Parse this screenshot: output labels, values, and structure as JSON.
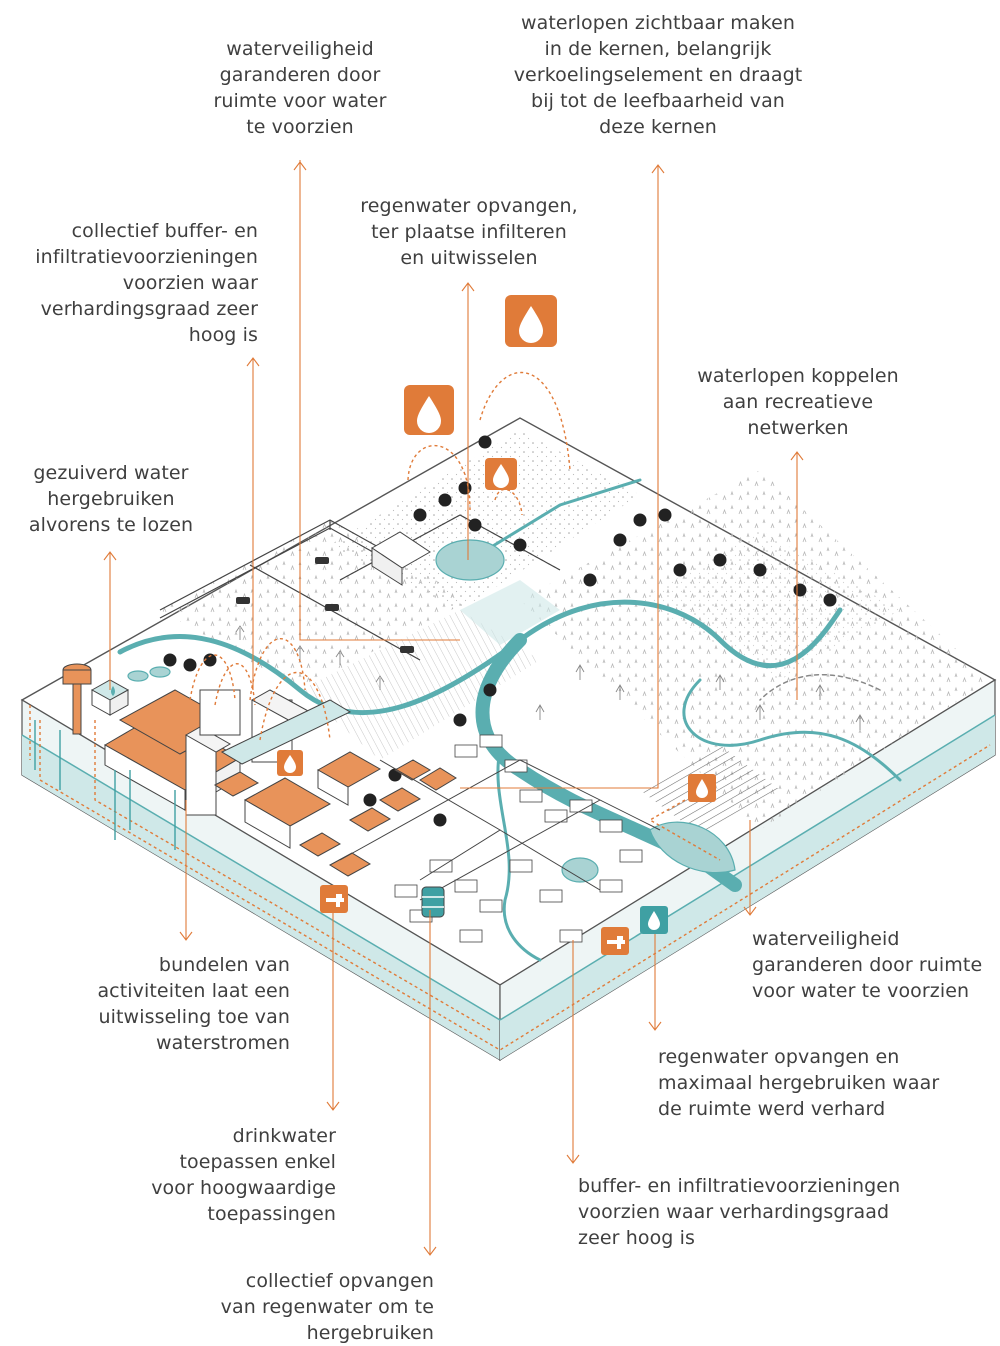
{
  "colors": {
    "accent_orange": "#e07b39",
    "water_teal": "#5aaeb0",
    "water_light": "#cfe8e8",
    "roof_orange": "#e8935a",
    "text": "#3f3f3f",
    "line": "#555555"
  },
  "icons": [
    "water-drop-icon",
    "water-tap-icon",
    "water-tower-icon",
    "rain-barrel-icon",
    "cow-icon",
    "tree-icon",
    "house-icon"
  ],
  "annotations": {
    "top_left": "waterveiligheid\ngaranderen door\nruimte voor water\nte voorzien",
    "top_right": "waterlopen zichtbaar maken\nin de kernen, belangrijk\nverkoelingselement en draagt\nbij tot de leefbaarheid van\ndeze kernen",
    "collectief_buffer": "collectief buffer- en\ninfiltratievoorzieningen\nvoorzien waar\nverhardingsgraad zeer\nhoog is",
    "regenwater_opvangen": "regenwater opvangen,\nter plaatse infilteren\nen uitwisselen",
    "waterlopen_koppelen": "waterlopen koppelen\naan recreatieve\nnetwerken",
    "gezuiverd_water": "gezuiverd water\nhergebruiken\nalvorens te lozen",
    "bundelen": "bundelen van\nactiviteiten laat een\nuitwisseling toe van\nwaterstromen",
    "waterveiligheid_right": "waterveiligheid\ngaranderen door ruimte\nvoor water te voorzien",
    "regenwater_hergebruiken": "regenwater opvangen en\nmaximaal hergebruiken waar\nde ruimte werd verhard",
    "drinkwater": "drinkwater\ntoepassen enkel\nvoor hoogwaardige\ntoepassingen",
    "buffer_infiltratie": "buffer- en infiltratievoorzieningen\nvoorzien waar verhardingsgraad\nzeer hoog is",
    "collectief_opvangen": "collectief opvangen\nvan regenwater om te\nhergebruiken"
  }
}
